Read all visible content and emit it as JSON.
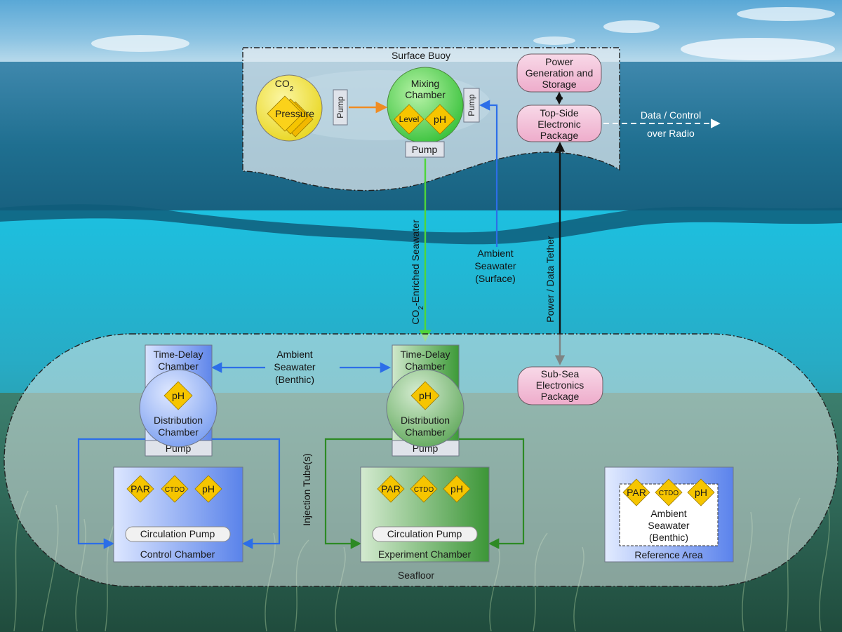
{
  "colors": {
    "sky_top": "#4e9fd0",
    "sea_surface": "#1e7497",
    "underwater": "#23b6d6",
    "seafloor": "#2c5e4a",
    "buoy_panel": "#dfe9ee",
    "chamber_panel": "#d7e2e2",
    "co2_fill": "#f5e83a",
    "mixing_fill": "#5ed653",
    "diamond": "#f6c500",
    "pink_box": "#f3c3dc",
    "blue_line": "#2c6ee8",
    "green_line": "#4fd53a",
    "orange_line": "#f08c22",
    "control_blue": "#4d7be4",
    "experiment_green": "#3f9a3a",
    "dark_green_line": "#2d8a24"
  },
  "surface_buoy": {
    "title": "Surface Buoy",
    "co2_main": "CO",
    "co2_sub": "2",
    "pressure": "Pressure",
    "co2_pump": "Pump",
    "mixing_line1": "Mixing",
    "mixing_line2": "Chamber",
    "level": "Level",
    "ph": "pH",
    "mixing_side_pump": "Pump",
    "mixing_bottom_pump": "Pump"
  },
  "power": {
    "line1": "Power",
    "line2": "Generation and",
    "line3": "Storage"
  },
  "topside": {
    "line1": "Top-Side",
    "line2": "Electronic",
    "line3": "Package"
  },
  "radio": {
    "line1": "Data / Control",
    "line2": "over Radio"
  },
  "labels": {
    "co2_enriched_pre": "CO",
    "co2_enriched_sub": "2",
    "co2_enriched_post": "-Enriched Seawater",
    "ambient_surface_1": "Ambient",
    "ambient_surface_2": "Seawater",
    "ambient_surface_3": "(Surface)",
    "tether": "Power / Data Tether",
    "ambient_benthic_1": "Ambient",
    "ambient_benthic_2": "Seawater",
    "ambient_benthic_3": "(Benthic)",
    "injection": "Injection Tube(s)",
    "seafloor": "Seafloor"
  },
  "subsea": {
    "line1": "Sub-Sea",
    "line2": "Electronics",
    "line3": "Package"
  },
  "control": {
    "td_line1": "Time-Delay",
    "td_line2": "Chamber",
    "ph": "pH",
    "dist_line1": "Distribution",
    "dist_line2": "Chamber",
    "pump": "Pump",
    "par": "PAR",
    "ctdo": "CTDO",
    "ph2": "pH",
    "circ": "Circulation Pump",
    "name": "Control Chamber"
  },
  "experiment": {
    "td_line1": "Time-Delay",
    "td_line2": "Chamber",
    "ph": "pH",
    "dist_line1": "Distribution",
    "dist_line2": "Chamber",
    "pump": "Pump",
    "par": "PAR",
    "ctdo": "CTDO",
    "ph2": "pH",
    "circ": "Circulation Pump",
    "name": "Experiment Chamber"
  },
  "reference": {
    "par": "PAR",
    "ctdo": "CTDO",
    "ph": "pH",
    "line1": "Ambient",
    "line2": "Seawater",
    "line3": "(Benthic)",
    "name": "Reference Area"
  }
}
